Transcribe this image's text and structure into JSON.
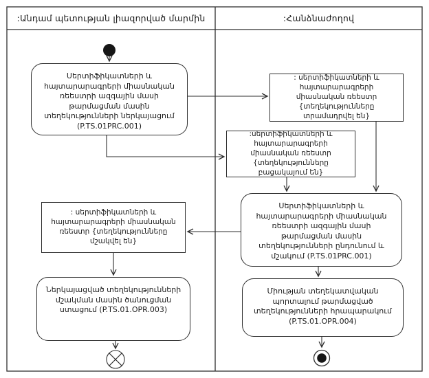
{
  "diagram": {
    "type": "uml-activity-swimlane",
    "lanes": [
      {
        "title": ":Անդամ պետության լիազորված մարմին"
      },
      {
        "title": ":Հանձնաժողով"
      }
    ],
    "nodes": {
      "initial": {
        "icon": "initial-node-icon"
      },
      "activity_submit": {
        "label": "Սերտիֆիկատների և հայտարարագրերի միասնական ռեեստրի ազգային մասի թարմացման մասին տեղեկությունների ներկայացում (P.TS.01PRC.001)"
      },
      "object_provided": {
        "label": ": սերտիֆիկատների և հայտարարագրերի միասնական ռեեստր {տեղեկությունները տրամադրվել են}"
      },
      "object_missing": {
        "label": ":սերտիֆիկատների և հայտարարագրերի միասնական ռեեստր {տեղեկությունները բացակայում են}"
      },
      "activity_process": {
        "label": "Սերտիֆիկատների և հայտարարագրերի միասնական ռեեստրի ազգային մասի թարմացման մասին տեղեկությունների ընդունում և մշակում (P.TS.01PRC.001)"
      },
      "object_processed": {
        "label": ": սերտիֆիկատների և հայտարարագրերի միասնական ռեեստր {տեղեկությունները մշակվել են}"
      },
      "activity_notify": {
        "label": "Ներկայացված տեղեկությունների մշակման մասին ծանուցման ստացում (P.TS.01.OPR.003)"
      },
      "activity_publish": {
        "label": "Միության տեղեկատվական պորտալում թարմացված տեղեկությունների հրապարակում (P.TS.01.OPR.004)"
      },
      "flow_final": {
        "icon": "flow-final-icon"
      },
      "activity_final": {
        "icon": "activity-final-icon"
      }
    },
    "colors": {
      "line": "#2e2e2e",
      "background": "#ffffff"
    }
  }
}
